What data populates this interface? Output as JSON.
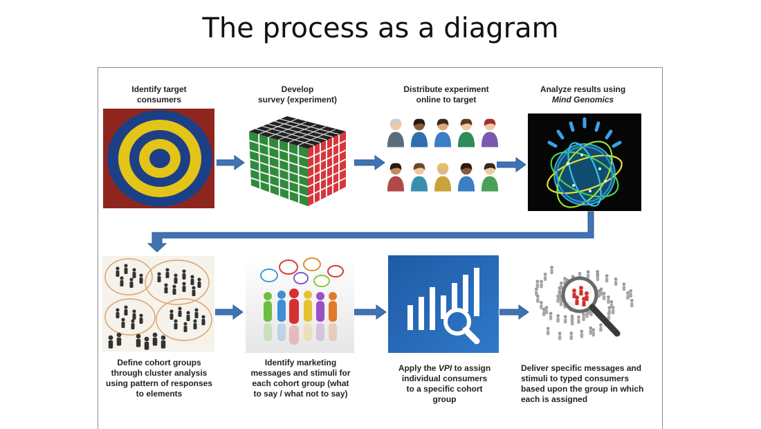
{
  "slide": {
    "title": "The process as a diagram"
  },
  "steps": [
    {
      "lines": [
        "Identify target",
        "consumers"
      ]
    },
    {
      "lines": [
        "Develop",
        "survey  (experiment)"
      ]
    },
    {
      "lines": [
        "Distribute experiment",
        "online to target"
      ]
    },
    {
      "lines": [
        "Analyze results using"
      ],
      "italic": "Mind Genomics"
    },
    {
      "lines": [
        "Define cohort groups",
        "through cluster analysis",
        "using pattern of responses",
        "to elements"
      ]
    },
    {
      "lines": [
        "Identify marketing",
        "messages and stimuli for",
        "each cohort group (what",
        "to say / what not to say)"
      ]
    },
    {
      "pre": "Apply the ",
      "em": "VPI",
      "post": " to assign",
      "lines": [
        "individual consumers",
        "to a specific cohort",
        "group"
      ]
    },
    {
      "lines": [
        "Deliver specific messages and",
        "stimuli to typed consumers",
        "based upon the group in which",
        "each is assigned"
      ]
    }
  ],
  "colors": {
    "arrow": "#3f73b4",
    "arrowDark": "#2c5a93"
  }
}
